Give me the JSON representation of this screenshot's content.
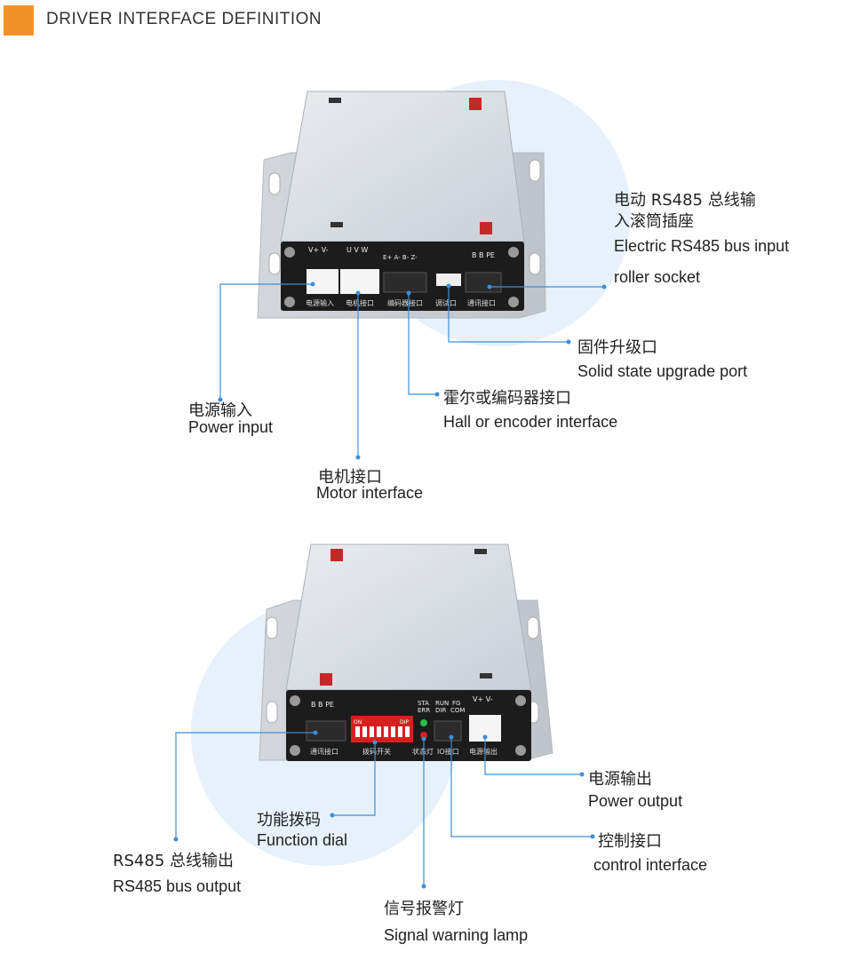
{
  "header": {
    "title": "DRIVER INTERFACE DEFINITION",
    "accent_color": "#f39224"
  },
  "line_color": "#3d8fd6",
  "top_device": {
    "callouts": {
      "rs485_input": {
        "zh_line1": "电动 RS485 总线输",
        "zh_line2": "入滚筒插座",
        "en_line1": "Electric RS485 bus input",
        "en_line2": "roller socket"
      },
      "upgrade_port": {
        "zh": "固件升级口",
        "en": "Solid state upgrade port"
      },
      "hall_encoder": {
        "zh": "霍尔或编码器接口",
        "en": "Hall or encoder interface"
      },
      "power_input": {
        "zh": "电源输入",
        "en": "Power input"
      },
      "motor_interface": {
        "zh": "电机接口",
        "en": "Motor interface"
      }
    },
    "panel_labels": {
      "power": "电源输入",
      "motor": "电机接口",
      "encoder": "编码器接口",
      "debug": "调试口",
      "comm": "通讯接口"
    },
    "pin_labels": {
      "power": "V+ V-",
      "motor": "U V W",
      "encoder": "E+ A- B- Z-",
      "comm": "B B PE"
    }
  },
  "bottom_device": {
    "callouts": {
      "power_output": {
        "zh": "电源输出",
        "en": "Power output"
      },
      "function_dial": {
        "zh": "功能拨码",
        "en": "Function dial"
      },
      "control_interface": {
        "zh": "控制接口",
        "en": "control interface"
      },
      "rs485_output": {
        "zh": "RS485 总线输出",
        "en": "RS485 bus output"
      },
      "signal_lamp": {
        "zh": "信号报警灯",
        "en": "Signal warning lamp"
      }
    },
    "panel_labels": {
      "comm": "通讯接口",
      "dip": "拨码开关",
      "lamp": "状态灯",
      "io": "IO接口",
      "power": "电源输出"
    },
    "pin_labels": {
      "comm": "B B PE",
      "dip_on": "ON",
      "dip_dip": "DIP",
      "sta": "STA",
      "err": "ERR",
      "run": "RUN",
      "dir": "DIR",
      "fg": "FG",
      "com": "COM",
      "power": "V+ V-"
    }
  }
}
